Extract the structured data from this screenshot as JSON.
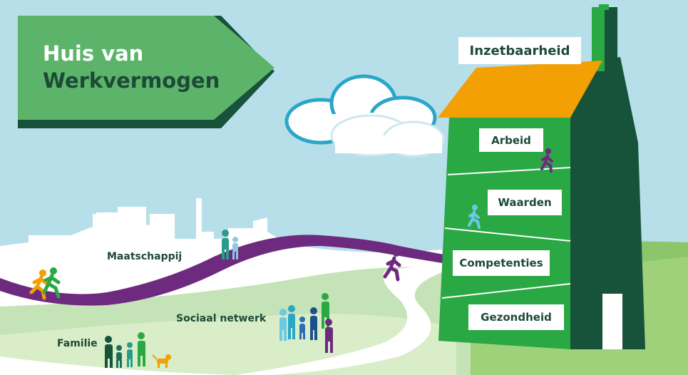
{
  "title": {
    "line1": "Huis van",
    "line2": "Werkvermogen"
  },
  "house": {
    "roof_label": "Inzetbaarheid",
    "floors": [
      {
        "label": "Arbeid"
      },
      {
        "label": "Waarden"
      },
      {
        "label": "Competenties"
      },
      {
        "label": "Gezondheid"
      }
    ]
  },
  "context_labels": {
    "society": "Maatschappij",
    "social_network": "Sociaal netwerk",
    "family": "Familie"
  },
  "colors": {
    "sky": "#b7dfea",
    "house_green": "#2aa843",
    "house_dark": "#17523a",
    "roof_orange": "#f2a003",
    "banner_green": "#5cb46a",
    "path_purple": "#6e2a7e"
  }
}
